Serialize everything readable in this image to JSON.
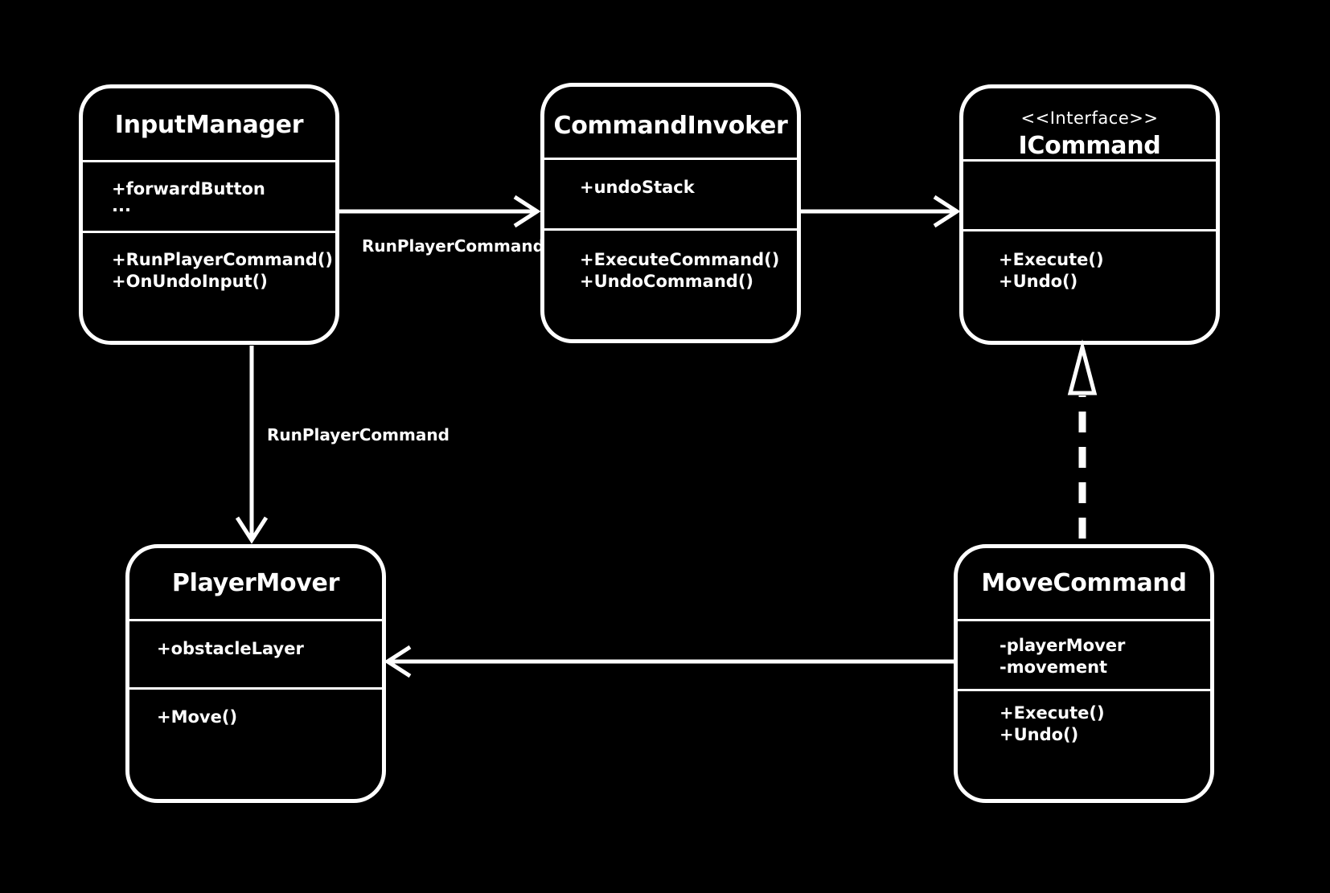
{
  "classes": {
    "input_manager": {
      "name": "InputManager",
      "attributes": [
        "+forwardButton",
        "..."
      ],
      "methods": [
        "+RunPlayerCommand()",
        "+OnUndoInput()"
      ]
    },
    "command_invoker": {
      "name": "CommandInvoker",
      "attributes": [
        "+undoStack"
      ],
      "methods": [
        "+ExecuteCommand()",
        "+UndoCommand()"
      ]
    },
    "icommand": {
      "stereotype": "<<Interface>>",
      "name": "ICommand",
      "attributes": [],
      "methods": [
        "+Execute()",
        "+Undo()"
      ]
    },
    "player_mover": {
      "name": "PlayerMover",
      "attributes": [
        "+obstacleLayer"
      ],
      "methods": [
        "+Move()"
      ]
    },
    "move_command": {
      "name": "MoveCommand",
      "attributes": [
        "-playerMover",
        "-movement"
      ],
      "methods": [
        "+Execute()",
        "+Undo()"
      ]
    }
  },
  "edges": {
    "input_to_invoker": {
      "label": "RunPlayerCommand",
      "kind": "association"
    },
    "input_to_mover": {
      "label": "RunPlayerCommand",
      "kind": "association"
    },
    "invoker_to_icommand": {
      "label": "",
      "kind": "association"
    },
    "movecommand_to_mover": {
      "label": "",
      "kind": "association"
    },
    "movecommand_realizes_icommand": {
      "label": "",
      "kind": "realization"
    }
  },
  "colors": {
    "background": "#000000",
    "foreground": "#ffffff"
  }
}
